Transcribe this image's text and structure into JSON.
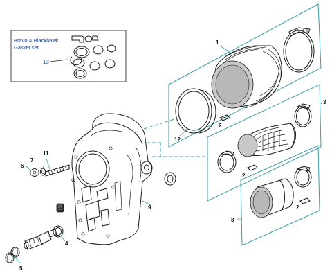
{
  "inset": {
    "line1": "Bravo & Blackhawk",
    "line2": "Gasket set",
    "number": "13"
  },
  "callouts": {
    "c1": "1",
    "c2a": "2",
    "c2b": "2",
    "c2c": "2",
    "c3": "3",
    "c4": "4",
    "c5": "5",
    "c6": "6",
    "c7": "7",
    "c8": "8",
    "c9": "9",
    "c11": "11",
    "c12": "12"
  },
  "colors": {
    "panel_outline": "#3a9aa8",
    "linework": "#1a1a1a",
    "inset_text": "#1d3f8a"
  }
}
